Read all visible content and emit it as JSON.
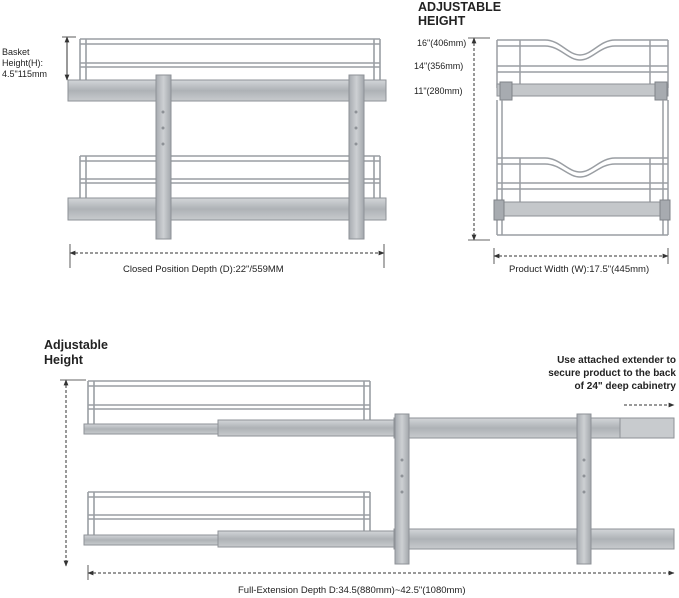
{
  "top_left": {
    "basket_height_line1": "Basket",
    "basket_height_line2": "Height(H):",
    "basket_height_line3": "4.5\"115mm",
    "closed_depth": "Closed Position Depth (D):22\"/559MM"
  },
  "top_right": {
    "adjustable_line1": "ADJUSTABLE",
    "adjustable_line2": "HEIGHT",
    "heights": [
      "16\"(406mm)",
      "14\"(356mm)",
      "11\"(280mm)"
    ],
    "product_width": "Product Width (W):17.5\"(445mm)"
  },
  "bottom": {
    "adjustable_line1": "Adjustable",
    "adjustable_line2": "Height",
    "extender_note_line1": "Use attached extender to",
    "extender_note_line2": "secure product to the back",
    "extender_note_line3": "of 24\" deep cabinetry",
    "full_extension_depth": "Full-Extension Depth D:34.5(880mm)~42.5\"(1080mm)"
  },
  "colors": {
    "metal": "#b9bcc0",
    "metal_dark": "#8e9297",
    "wire": "#9a9ea3",
    "dimension_line": "#333333"
  }
}
